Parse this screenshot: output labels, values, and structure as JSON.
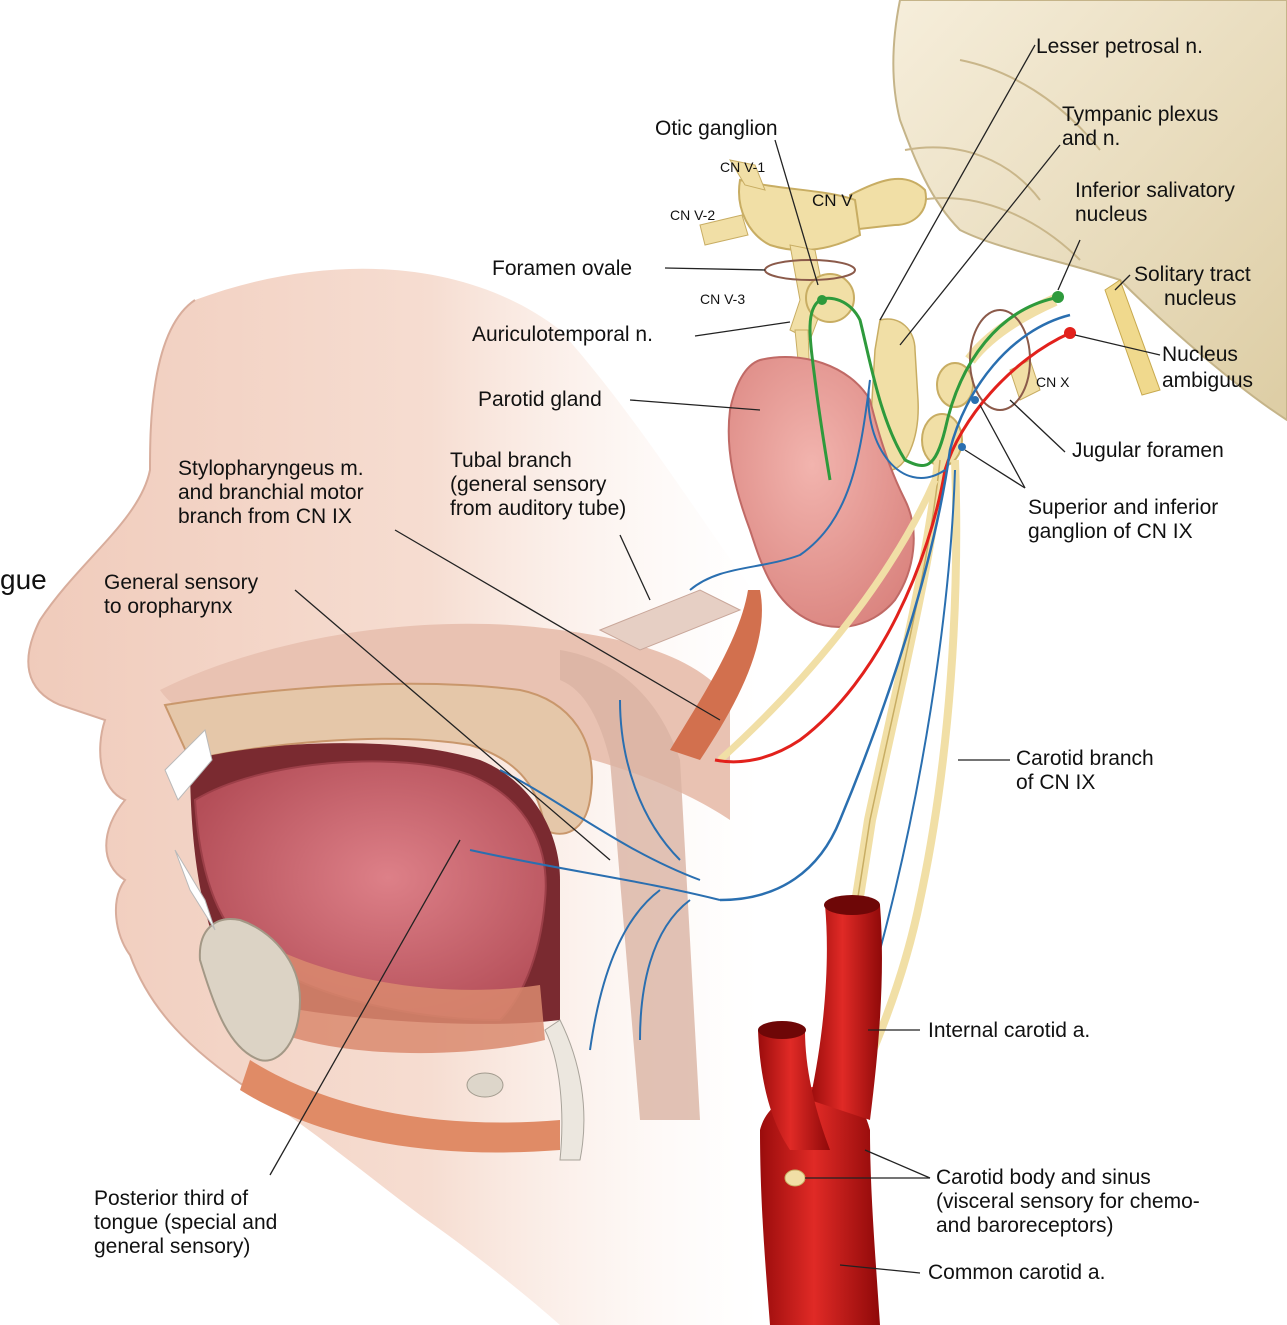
{
  "labels": {
    "lesser_petrosal": "Lesser petrosal n.",
    "tympanic_1": "Tympanic plexus",
    "tympanic_2": "and n.",
    "otic_ganglion": "Otic ganglion",
    "cn_v1": "CN V-1",
    "cn_v": "CN V",
    "cn_v2": "CN V-2",
    "inferior_salivatory_1": "Inferior salivatory",
    "inferior_salivatory_2": "nucleus",
    "foramen_ovale": "Foramen ovale",
    "solitary_1": "Solitary tract",
    "solitary_2": "nucleus",
    "cn_v3": "CN V-3",
    "auriculotemporal": "Auriculotemporal n.",
    "nucleus_ambiguus_1": "Nucleus",
    "nucleus_ambiguus_2": "ambiguus",
    "cn_x": "CN X",
    "parotid": "Parotid gland",
    "jugular_foramen": "Jugular foramen",
    "stylo_1": "Stylopharyngeus m.",
    "stylo_2": "and branchial motor",
    "stylo_3": "branch from CN IX",
    "tubal_1": "Tubal branch",
    "tubal_2": "(general sensory",
    "tubal_3": "from auditory tube)",
    "sup_inf_ganglion_1": "Superior and inferior",
    "sup_inf_ganglion_2": "ganglion of CN IX",
    "edge_fragment": "gue",
    "gen_sensory_1": "General sensory",
    "gen_sensory_2": "to oropharynx",
    "carotid_branch_1": "Carotid branch",
    "carotid_branch_2": "of CN IX",
    "internal_carotid": "Internal carotid a.",
    "posterior_third_1": "Posterior third of",
    "posterior_third_2": "tongue (special and",
    "posterior_third_3": "general sensory)",
    "carotid_body_1": "Carotid body and sinus",
    "carotid_body_2": "(visceral sensory for chemo-",
    "carotid_body_3": "and baroreceptors)",
    "common_carotid": "Common carotid a."
  },
  "colors": {
    "skin": "#f3d6c8",
    "skin_shadow": "#e3b7a6",
    "nerve": "#f1dfa6",
    "nerve_outline": "#c8ad63",
    "brainstem": "#efe3c4",
    "parotid": "#e89a94",
    "artery": "#cf1c1c",
    "artery_dark": "#8e0b0b",
    "tongue": "#c9616a",
    "muscle": "#d98066",
    "bone": "#dcd6cc",
    "sensory_blue": "#2a6fb0",
    "parasympathetic_green": "#2e9a3c",
    "motor_red": "#e2211c",
    "leader": "#222222"
  }
}
